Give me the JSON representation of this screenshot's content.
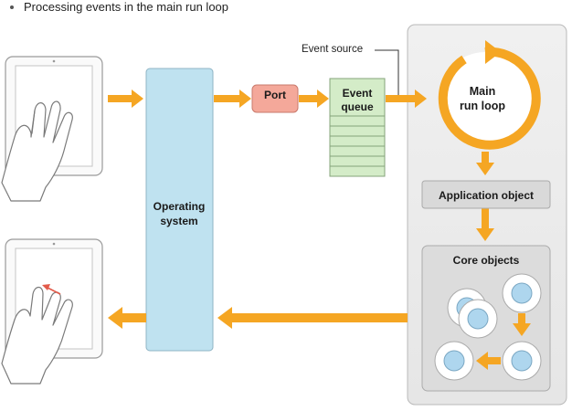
{
  "caption": "Processing events in the main run loop",
  "labels": {
    "event_source": "Event source",
    "port": "Port",
    "event_queue": "Event\nqueue",
    "operating_system": "Operating\nsystem",
    "main_run_loop": "Main\nrun loop",
    "application_object": "Application object",
    "core_objects": "Core objects"
  },
  "colors": {
    "arrow": "#f5a623",
    "os_box": "#bfe2f0",
    "port_box": "#f4a89a",
    "queue_box": "#d4ecc8",
    "panel": "#eeeeee",
    "core_circle": "#aed6ee"
  },
  "icons": [
    "tablet-icon",
    "hand-touch-icon",
    "hand-swipe-icon",
    "red-swipe-arrow-icon"
  ]
}
